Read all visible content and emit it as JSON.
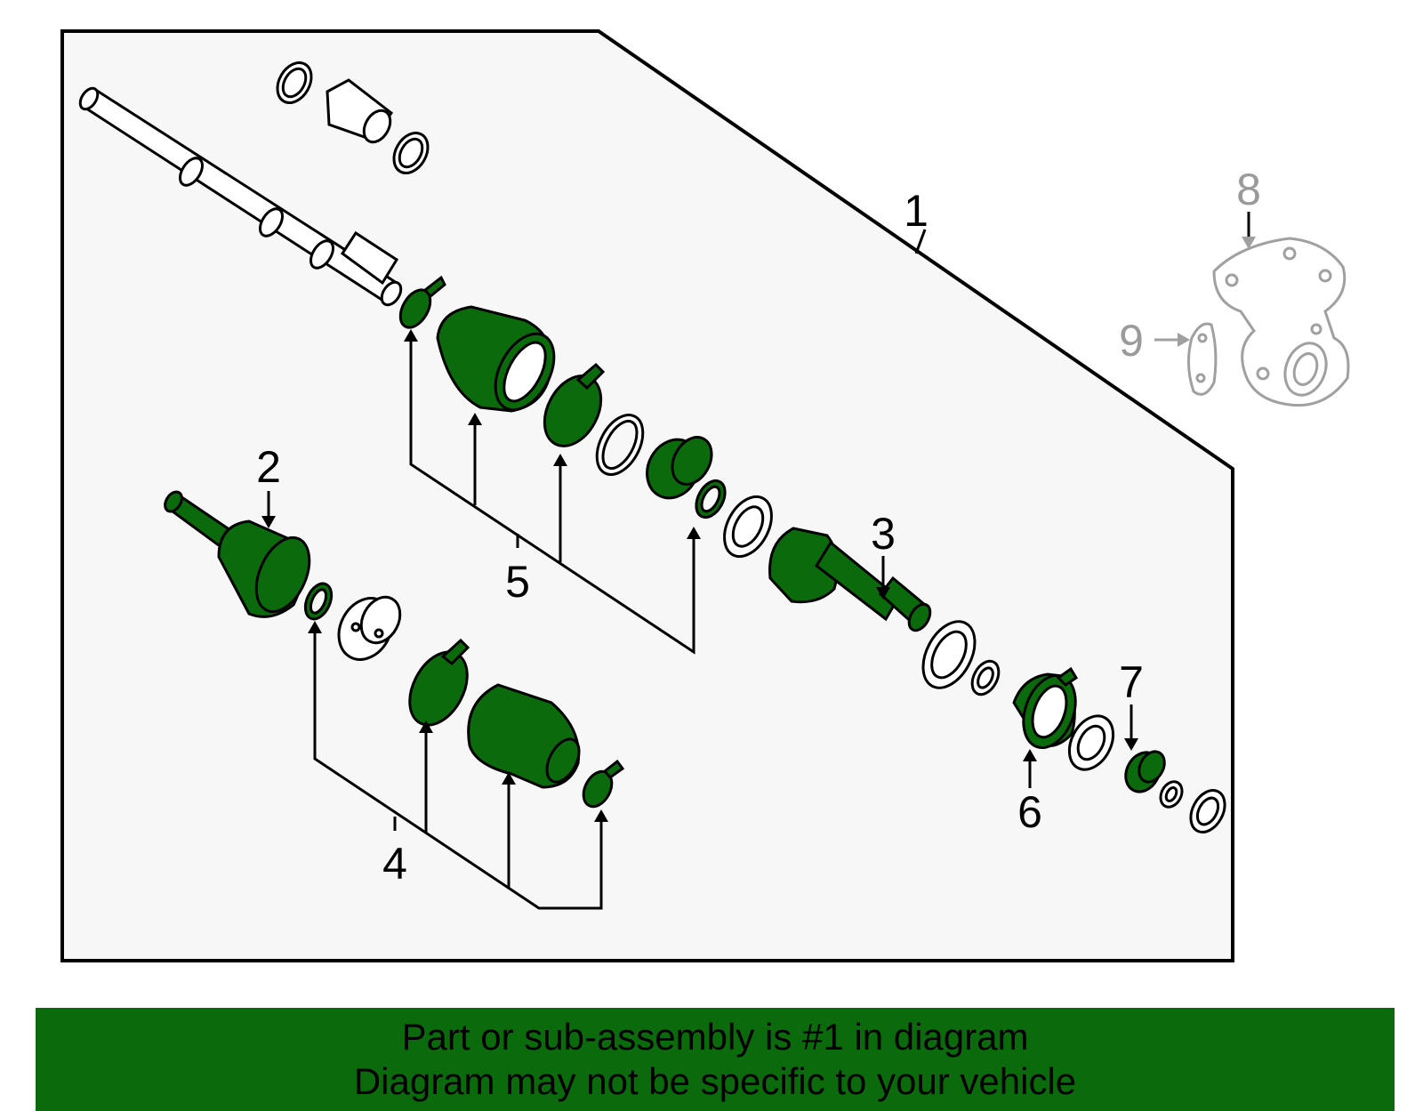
{
  "diagram": {
    "callouts": {
      "c1": "1",
      "c2": "2",
      "c3": "3",
      "c4": "4",
      "c5": "5",
      "c6": "6",
      "c7": "7",
      "c8": "8",
      "c9": "9"
    },
    "colors": {
      "highlight": "#0b6a0b",
      "panel": "#f7f7f7",
      "outline": "#000000",
      "ghost": "#a0a0a0"
    }
  },
  "footer": {
    "line1": "Part or sub-assembly is #1 in diagram",
    "line2": "Diagram may not be specific to your vehicle"
  }
}
